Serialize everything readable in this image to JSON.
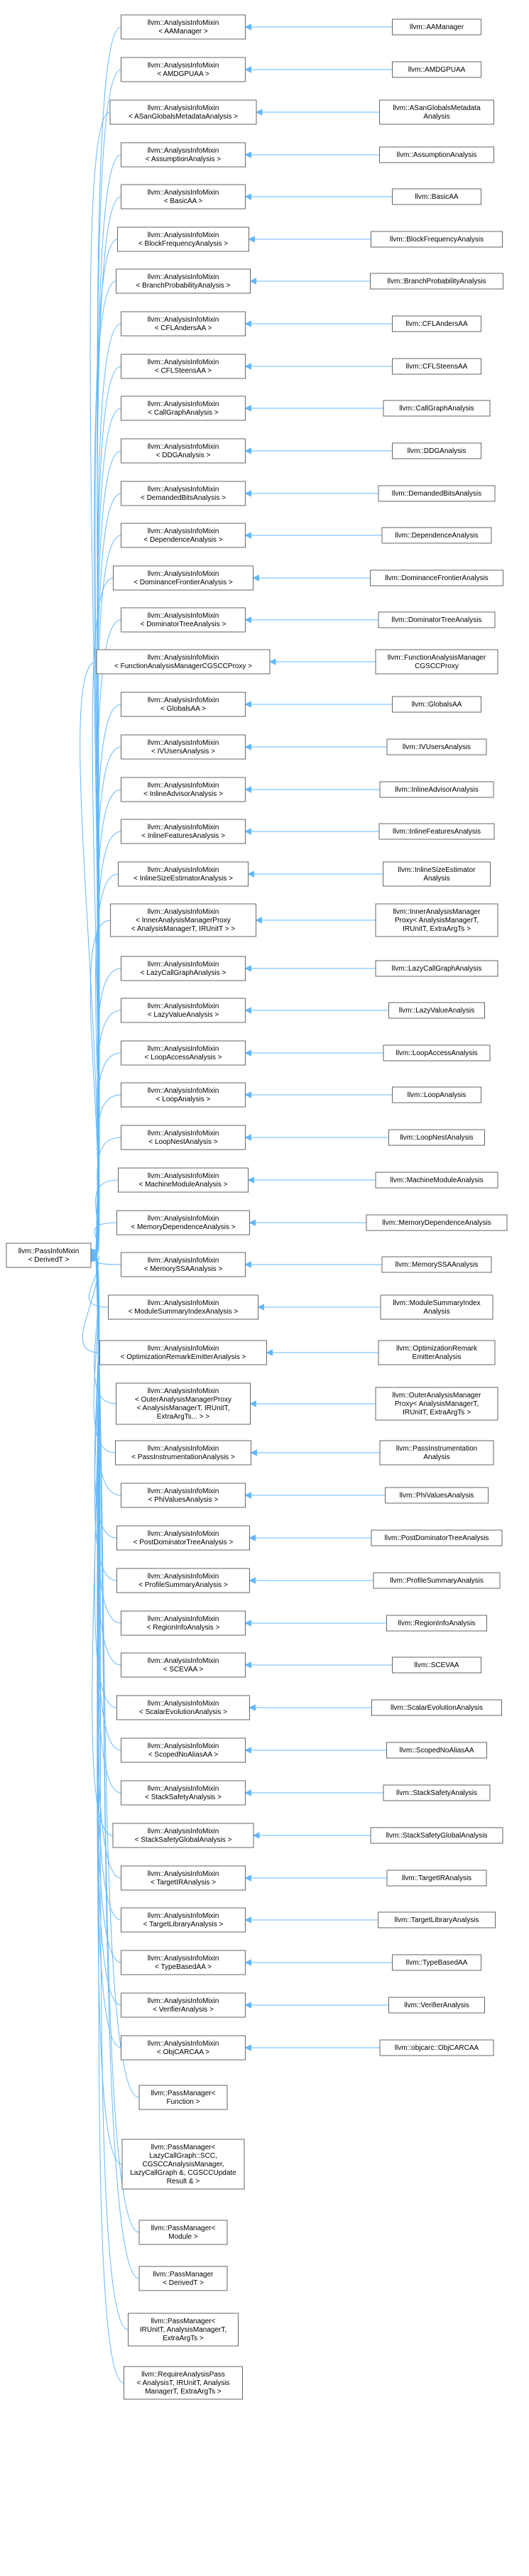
{
  "root": {
    "id": "root",
    "lines": [
      "llvm::PassInfoMixin",
      "< DerivedT >"
    ]
  },
  "mixins": [
    {
      "id": "m0",
      "lines": [
        "llvm::AnalysisInfoMixin",
        "< AAManager >"
      ],
      "derived": {
        "id": "d0",
        "lines": [
          "llvm::AAManager"
        ]
      }
    },
    {
      "id": "m1",
      "lines": [
        "llvm::AnalysisInfoMixin",
        "< AMDGPUAA >"
      ],
      "derived": {
        "id": "d1",
        "lines": [
          "llvm::AMDGPUAA"
        ]
      }
    },
    {
      "id": "m2",
      "lines": [
        "llvm::AnalysisInfoMixin",
        "< ASanGlobalsMetadataAnalysis >"
      ],
      "derived": {
        "id": "d2",
        "lines": [
          "llvm::ASanGlobalsMetadata",
          "Analysis"
        ]
      }
    },
    {
      "id": "m3",
      "lines": [
        "llvm::AnalysisInfoMixin",
        "< AssumptionAnalysis >"
      ],
      "derived": {
        "id": "d3",
        "lines": [
          "llvm::AssumptionAnalysis"
        ]
      }
    },
    {
      "id": "m4",
      "lines": [
        "llvm::AnalysisInfoMixin",
        "< BasicAA >"
      ],
      "derived": {
        "id": "d4",
        "lines": [
          "llvm::BasicAA"
        ]
      }
    },
    {
      "id": "m5",
      "lines": [
        "llvm::AnalysisInfoMixin",
        "< BlockFrequencyAnalysis >"
      ],
      "derived": {
        "id": "d5",
        "lines": [
          "llvm::BlockFrequencyAnalysis"
        ]
      }
    },
    {
      "id": "m6",
      "lines": [
        "llvm::AnalysisInfoMixin",
        "< BranchProbabilityAnalysis >"
      ],
      "derived": {
        "id": "d6",
        "lines": [
          "llvm::BranchProbabilityAnalysis"
        ]
      }
    },
    {
      "id": "m7",
      "lines": [
        "llvm::AnalysisInfoMixin",
        "< CFLAndersAA >"
      ],
      "derived": {
        "id": "d7",
        "lines": [
          "llvm::CFLAndersAA"
        ]
      }
    },
    {
      "id": "m8",
      "lines": [
        "llvm::AnalysisInfoMixin",
        "< CFLSteensAA >"
      ],
      "derived": {
        "id": "d8",
        "lines": [
          "llvm::CFLSteensAA"
        ]
      }
    },
    {
      "id": "m9",
      "lines": [
        "llvm::AnalysisInfoMixin",
        "< CallGraphAnalysis >"
      ],
      "derived": {
        "id": "d9",
        "lines": [
          "llvm::CallGraphAnalysis"
        ]
      }
    },
    {
      "id": "m10",
      "lines": [
        "llvm::AnalysisInfoMixin",
        "< DDGAnalysis >"
      ],
      "derived": {
        "id": "d10",
        "lines": [
          "llvm::DDGAnalysis"
        ]
      }
    },
    {
      "id": "m11",
      "lines": [
        "llvm::AnalysisInfoMixin",
        "< DemandedBitsAnalysis >"
      ],
      "derived": {
        "id": "d11",
        "lines": [
          "llvm::DemandedBitsAnalysis"
        ]
      }
    },
    {
      "id": "m12",
      "lines": [
        "llvm::AnalysisInfoMixin",
        "< DependenceAnalysis >"
      ],
      "derived": {
        "id": "d12",
        "lines": [
          "llvm::DependenceAnalysis"
        ]
      }
    },
    {
      "id": "m13",
      "lines": [
        "llvm::AnalysisInfoMixin",
        "< DominanceFrontierAnalysis >"
      ],
      "derived": {
        "id": "d13",
        "lines": [
          "llvm::DominanceFrontierAnalysis"
        ]
      }
    },
    {
      "id": "m14",
      "lines": [
        "llvm::AnalysisInfoMixin",
        "< DominatorTreeAnalysis >"
      ],
      "derived": {
        "id": "d14",
        "lines": [
          "llvm::DominatorTreeAnalysis"
        ]
      }
    },
    {
      "id": "m15",
      "lines": [
        "llvm::AnalysisInfoMixin",
        "< FunctionAnalysisManagerCGSCCProxy >"
      ],
      "derived": {
        "id": "d15",
        "lines": [
          "llvm::FunctionAnalysisManager",
          "CGSCCProxy"
        ]
      }
    },
    {
      "id": "m16",
      "lines": [
        "llvm::AnalysisInfoMixin",
        "< GlobalsAA >"
      ],
      "derived": {
        "id": "d16",
        "lines": [
          "llvm::GlobalsAA"
        ]
      }
    },
    {
      "id": "m17",
      "lines": [
        "llvm::AnalysisInfoMixin",
        "< IVUsersAnalysis >"
      ],
      "derived": {
        "id": "d17",
        "lines": [
          "llvm::IVUsersAnalysis"
        ]
      }
    },
    {
      "id": "m18",
      "lines": [
        "llvm::AnalysisInfoMixin",
        "< InlineAdvisorAnalysis >"
      ],
      "derived": {
        "id": "d18",
        "lines": [
          "llvm::InlineAdvisorAnalysis"
        ]
      }
    },
    {
      "id": "m19",
      "lines": [
        "llvm::AnalysisInfoMixin",
        "< InlineFeaturesAnalysis >"
      ],
      "derived": {
        "id": "d19",
        "lines": [
          "llvm::InlineFeaturesAnalysis"
        ]
      }
    },
    {
      "id": "m20",
      "lines": [
        "llvm::AnalysisInfoMixin",
        "< InlineSizeEstimatorAnalysis >"
      ],
      "derived": {
        "id": "d20",
        "lines": [
          "llvm::InlineSizeEstimator",
          "Analysis"
        ]
      }
    },
    {
      "id": "m21",
      "lines": [
        "llvm::AnalysisInfoMixin",
        "< InnerAnalysisManagerProxy",
        "< AnalysisManagerT, IRUnitT > >"
      ],
      "derived": {
        "id": "d21",
        "lines": [
          "llvm::InnerAnalysisManager",
          "Proxy< AnalysisManagerT,",
          "IRUnitT, ExtraArgTs >"
        ]
      }
    },
    {
      "id": "m22",
      "lines": [
        "llvm::AnalysisInfoMixin",
        "< LazyCallGraphAnalysis >"
      ],
      "derived": {
        "id": "d22",
        "lines": [
          "llvm::LazyCallGraphAnalysis"
        ]
      }
    },
    {
      "id": "m23",
      "lines": [
        "llvm::AnalysisInfoMixin",
        "< LazyValueAnalysis >"
      ],
      "derived": {
        "id": "d23",
        "lines": [
          "llvm::LazyValueAnalysis"
        ]
      }
    },
    {
      "id": "m24",
      "lines": [
        "llvm::AnalysisInfoMixin",
        "< LoopAccessAnalysis >"
      ],
      "derived": {
        "id": "d24",
        "lines": [
          "llvm::LoopAccessAnalysis"
        ]
      }
    },
    {
      "id": "m25",
      "lines": [
        "llvm::AnalysisInfoMixin",
        "< LoopAnalysis >"
      ],
      "derived": {
        "id": "d25",
        "lines": [
          "llvm::LoopAnalysis"
        ]
      }
    },
    {
      "id": "m26",
      "lines": [
        "llvm::AnalysisInfoMixin",
        "< LoopNestAnalysis >"
      ],
      "derived": {
        "id": "d26",
        "lines": [
          "llvm::LoopNestAnalysis"
        ]
      }
    },
    {
      "id": "m27",
      "lines": [
        "llvm::AnalysisInfoMixin",
        "< MachineModuleAnalysis >"
      ],
      "derived": {
        "id": "d27",
        "lines": [
          "llvm::MachineModuleAnalysis"
        ]
      }
    },
    {
      "id": "m28",
      "lines": [
        "llvm::AnalysisInfoMixin",
        "< MemoryDependenceAnalysis >"
      ],
      "derived": {
        "id": "d28",
        "lines": [
          "llvm::MemoryDependenceAnalysis"
        ]
      }
    },
    {
      "id": "m29",
      "lines": [
        "llvm::AnalysisInfoMixin",
        "< MemorySSAAnalysis >"
      ],
      "derived": {
        "id": "d29",
        "lines": [
          "llvm::MemorySSAAnalysis"
        ]
      }
    },
    {
      "id": "m30",
      "lines": [
        "llvm::AnalysisInfoMixin",
        "< ModuleSummaryIndexAnalysis >"
      ],
      "derived": {
        "id": "d30",
        "lines": [
          "llvm::ModuleSummaryIndex",
          "Analysis"
        ]
      }
    },
    {
      "id": "m31",
      "lines": [
        "llvm::AnalysisInfoMixin",
        "< OptimizationRemarkEmitterAnalysis >"
      ],
      "derived": {
        "id": "d31",
        "lines": [
          "llvm::OptimizationRemark",
          "EmitterAnalysis"
        ]
      }
    },
    {
      "id": "m32",
      "lines": [
        "llvm::AnalysisInfoMixin",
        "< OuterAnalysisManagerProxy",
        "< AnalysisManagerT, IRUnitT,",
        "ExtraArgTs... > >"
      ],
      "derived": {
        "id": "d32",
        "lines": [
          "llvm::OuterAnalysisManager",
          "Proxy< AnalysisManagerT,",
          "IRUnitT, ExtraArgTs >"
        ]
      }
    },
    {
      "id": "m33",
      "lines": [
        "llvm::AnalysisInfoMixin",
        "< PassInstrumentationAnalysis >"
      ],
      "derived": {
        "id": "d33",
        "lines": [
          "llvm::PassInstrumentation",
          "Analysis"
        ]
      }
    },
    {
      "id": "m34",
      "lines": [
        "llvm::AnalysisInfoMixin",
        "< PhiValuesAnalysis >"
      ],
      "derived": {
        "id": "d34",
        "lines": [
          "llvm::PhiValuesAnalysis"
        ]
      }
    },
    {
      "id": "m35",
      "lines": [
        "llvm::AnalysisInfoMixin",
        "< PostDominatorTreeAnalysis >"
      ],
      "derived": {
        "id": "d35",
        "lines": [
          "llvm::PostDominatorTreeAnalysis"
        ]
      }
    },
    {
      "id": "m36",
      "lines": [
        "llvm::AnalysisInfoMixin",
        "< ProfileSummaryAnalysis >"
      ],
      "derived": {
        "id": "d36",
        "lines": [
          "llvm::ProfileSummaryAnalysis"
        ]
      }
    },
    {
      "id": "m37",
      "lines": [
        "llvm::AnalysisInfoMixin",
        "< RegionInfoAnalysis >"
      ],
      "derived": {
        "id": "d37",
        "lines": [
          "llvm::RegionInfoAnalysis"
        ]
      }
    },
    {
      "id": "m38",
      "lines": [
        "llvm::AnalysisInfoMixin",
        "< SCEVAA >"
      ],
      "derived": {
        "id": "d38",
        "lines": [
          "llvm::SCEVAA"
        ]
      }
    },
    {
      "id": "m39",
      "lines": [
        "llvm::AnalysisInfoMixin",
        "< ScalarEvolutionAnalysis >"
      ],
      "derived": {
        "id": "d39",
        "lines": [
          "llvm::ScalarEvolutionAnalysis"
        ]
      }
    },
    {
      "id": "m40",
      "lines": [
        "llvm::AnalysisInfoMixin",
        "< ScopedNoAliasAA >"
      ],
      "derived": {
        "id": "d40",
        "lines": [
          "llvm::ScopedNoAliasAA"
        ]
      }
    },
    {
      "id": "m41",
      "lines": [
        "llvm::AnalysisInfoMixin",
        "< StackSafetyAnalysis >"
      ],
      "derived": {
        "id": "d41",
        "lines": [
          "llvm::StackSafetyAnalysis"
        ]
      }
    },
    {
      "id": "m42",
      "lines": [
        "llvm::AnalysisInfoMixin",
        "< StackSafetyGlobalAnalysis >"
      ],
      "derived": {
        "id": "d42",
        "lines": [
          "llvm::StackSafetyGlobalAnalysis"
        ]
      }
    },
    {
      "id": "m43",
      "lines": [
        "llvm::AnalysisInfoMixin",
        "< TargetIRAnalysis >"
      ],
      "derived": {
        "id": "d43",
        "lines": [
          "llvm::TargetIRAnalysis"
        ]
      }
    },
    {
      "id": "m44",
      "lines": [
        "llvm::AnalysisInfoMixin",
        "< TargetLibraryAnalysis >"
      ],
      "derived": {
        "id": "d44",
        "lines": [
          "llvm::TargetLibraryAnalysis"
        ]
      }
    },
    {
      "id": "m45",
      "lines": [
        "llvm::AnalysisInfoMixin",
        "< TypeBasedAA >"
      ],
      "derived": {
        "id": "d45",
        "lines": [
          "llvm::TypeBasedAA"
        ]
      }
    },
    {
      "id": "m46",
      "lines": [
        "llvm::AnalysisInfoMixin",
        "< VerifierAnalysis >"
      ],
      "derived": {
        "id": "d46",
        "lines": [
          "llvm::VerifierAnalysis"
        ]
      }
    },
    {
      "id": "m47",
      "lines": [
        "llvm::AnalysisInfoMixin",
        "< ObjCARCAA >"
      ],
      "derived": {
        "id": "d47",
        "lines": [
          "llvm::objcarc::ObjCARCAA"
        ]
      }
    }
  ],
  "pass_managers": [
    {
      "id": "p0",
      "lines": [
        "llvm::PassManager<",
        "Function >"
      ]
    },
    {
      "id": "p1",
      "lines": [
        "llvm::PassManager<",
        "LazyCallGraph::SCC,",
        "CGSCCAnalysisManager,",
        "LazyCallGraph &, CGSCCUpdate",
        "Result & >"
      ]
    },
    {
      "id": "p2",
      "lines": [
        "llvm::PassManager<",
        "Module >"
      ]
    },
    {
      "id": "p3",
      "lines": [
        "llvm::PassManager",
        "< DerivedT >"
      ]
    },
    {
      "id": "p4",
      "lines": [
        "llvm::PassManager<",
        "IRUnitT, AnalysisManagerT,",
        "ExtraArgTs >"
      ]
    },
    {
      "id": "p5",
      "lines": [
        "llvm::RequireAnalysisPass",
        "< AnalysisT, IRUnitT, Analysis",
        "ManagerT, ExtraArgTs >"
      ]
    }
  ],
  "colors": {
    "edge": "#63b8ff",
    "box_border": "#666666",
    "text": "#000000",
    "background": "#ffffff"
  }
}
